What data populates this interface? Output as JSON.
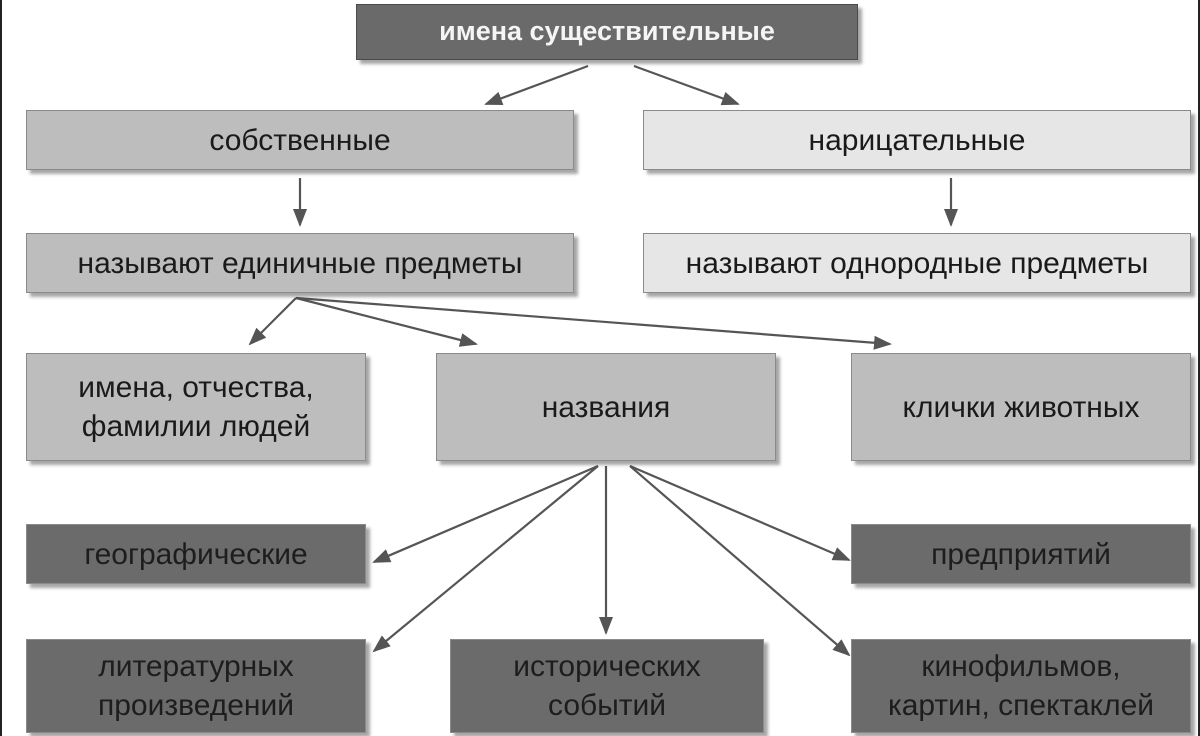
{
  "diagram": {
    "root": "имена существительные",
    "proper": "собственные",
    "common": "нарицательные",
    "proper_desc": "называют единичные предметы",
    "common_desc": "называют однородные предметы",
    "names_people": "имена, отчества,\nфамилии людей",
    "titles": "названия",
    "animal_names": "клички животных",
    "geographic": "географические",
    "enterprises": "предприятий",
    "literary": "литературных\nпроизведений",
    "historical": "исторических\nсобытий",
    "films": "кинофильмов,\nкартин, спектаклей"
  },
  "colors": {
    "dark_box": "#6f6f6f",
    "mid_box": "#bdbdbd",
    "light_box": "#e6e6e6",
    "arrow": "#555555"
  }
}
